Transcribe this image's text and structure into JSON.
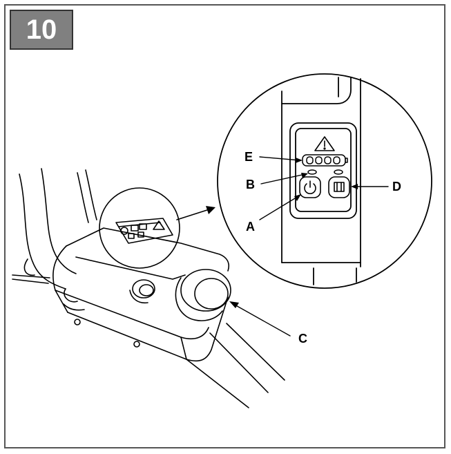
{
  "step": {
    "number": "10"
  },
  "callouts": {
    "A": "A",
    "B": "B",
    "C": "C",
    "D": "D",
    "E": "E"
  },
  "icons": {
    "warning": "warning-triangle-icon",
    "power": "power-button-icon",
    "mode": "mode-button-icon",
    "battery_leds": "battery-level-leds-icon"
  },
  "colors": {
    "badge_bg": "#808080",
    "line": "#000000"
  }
}
